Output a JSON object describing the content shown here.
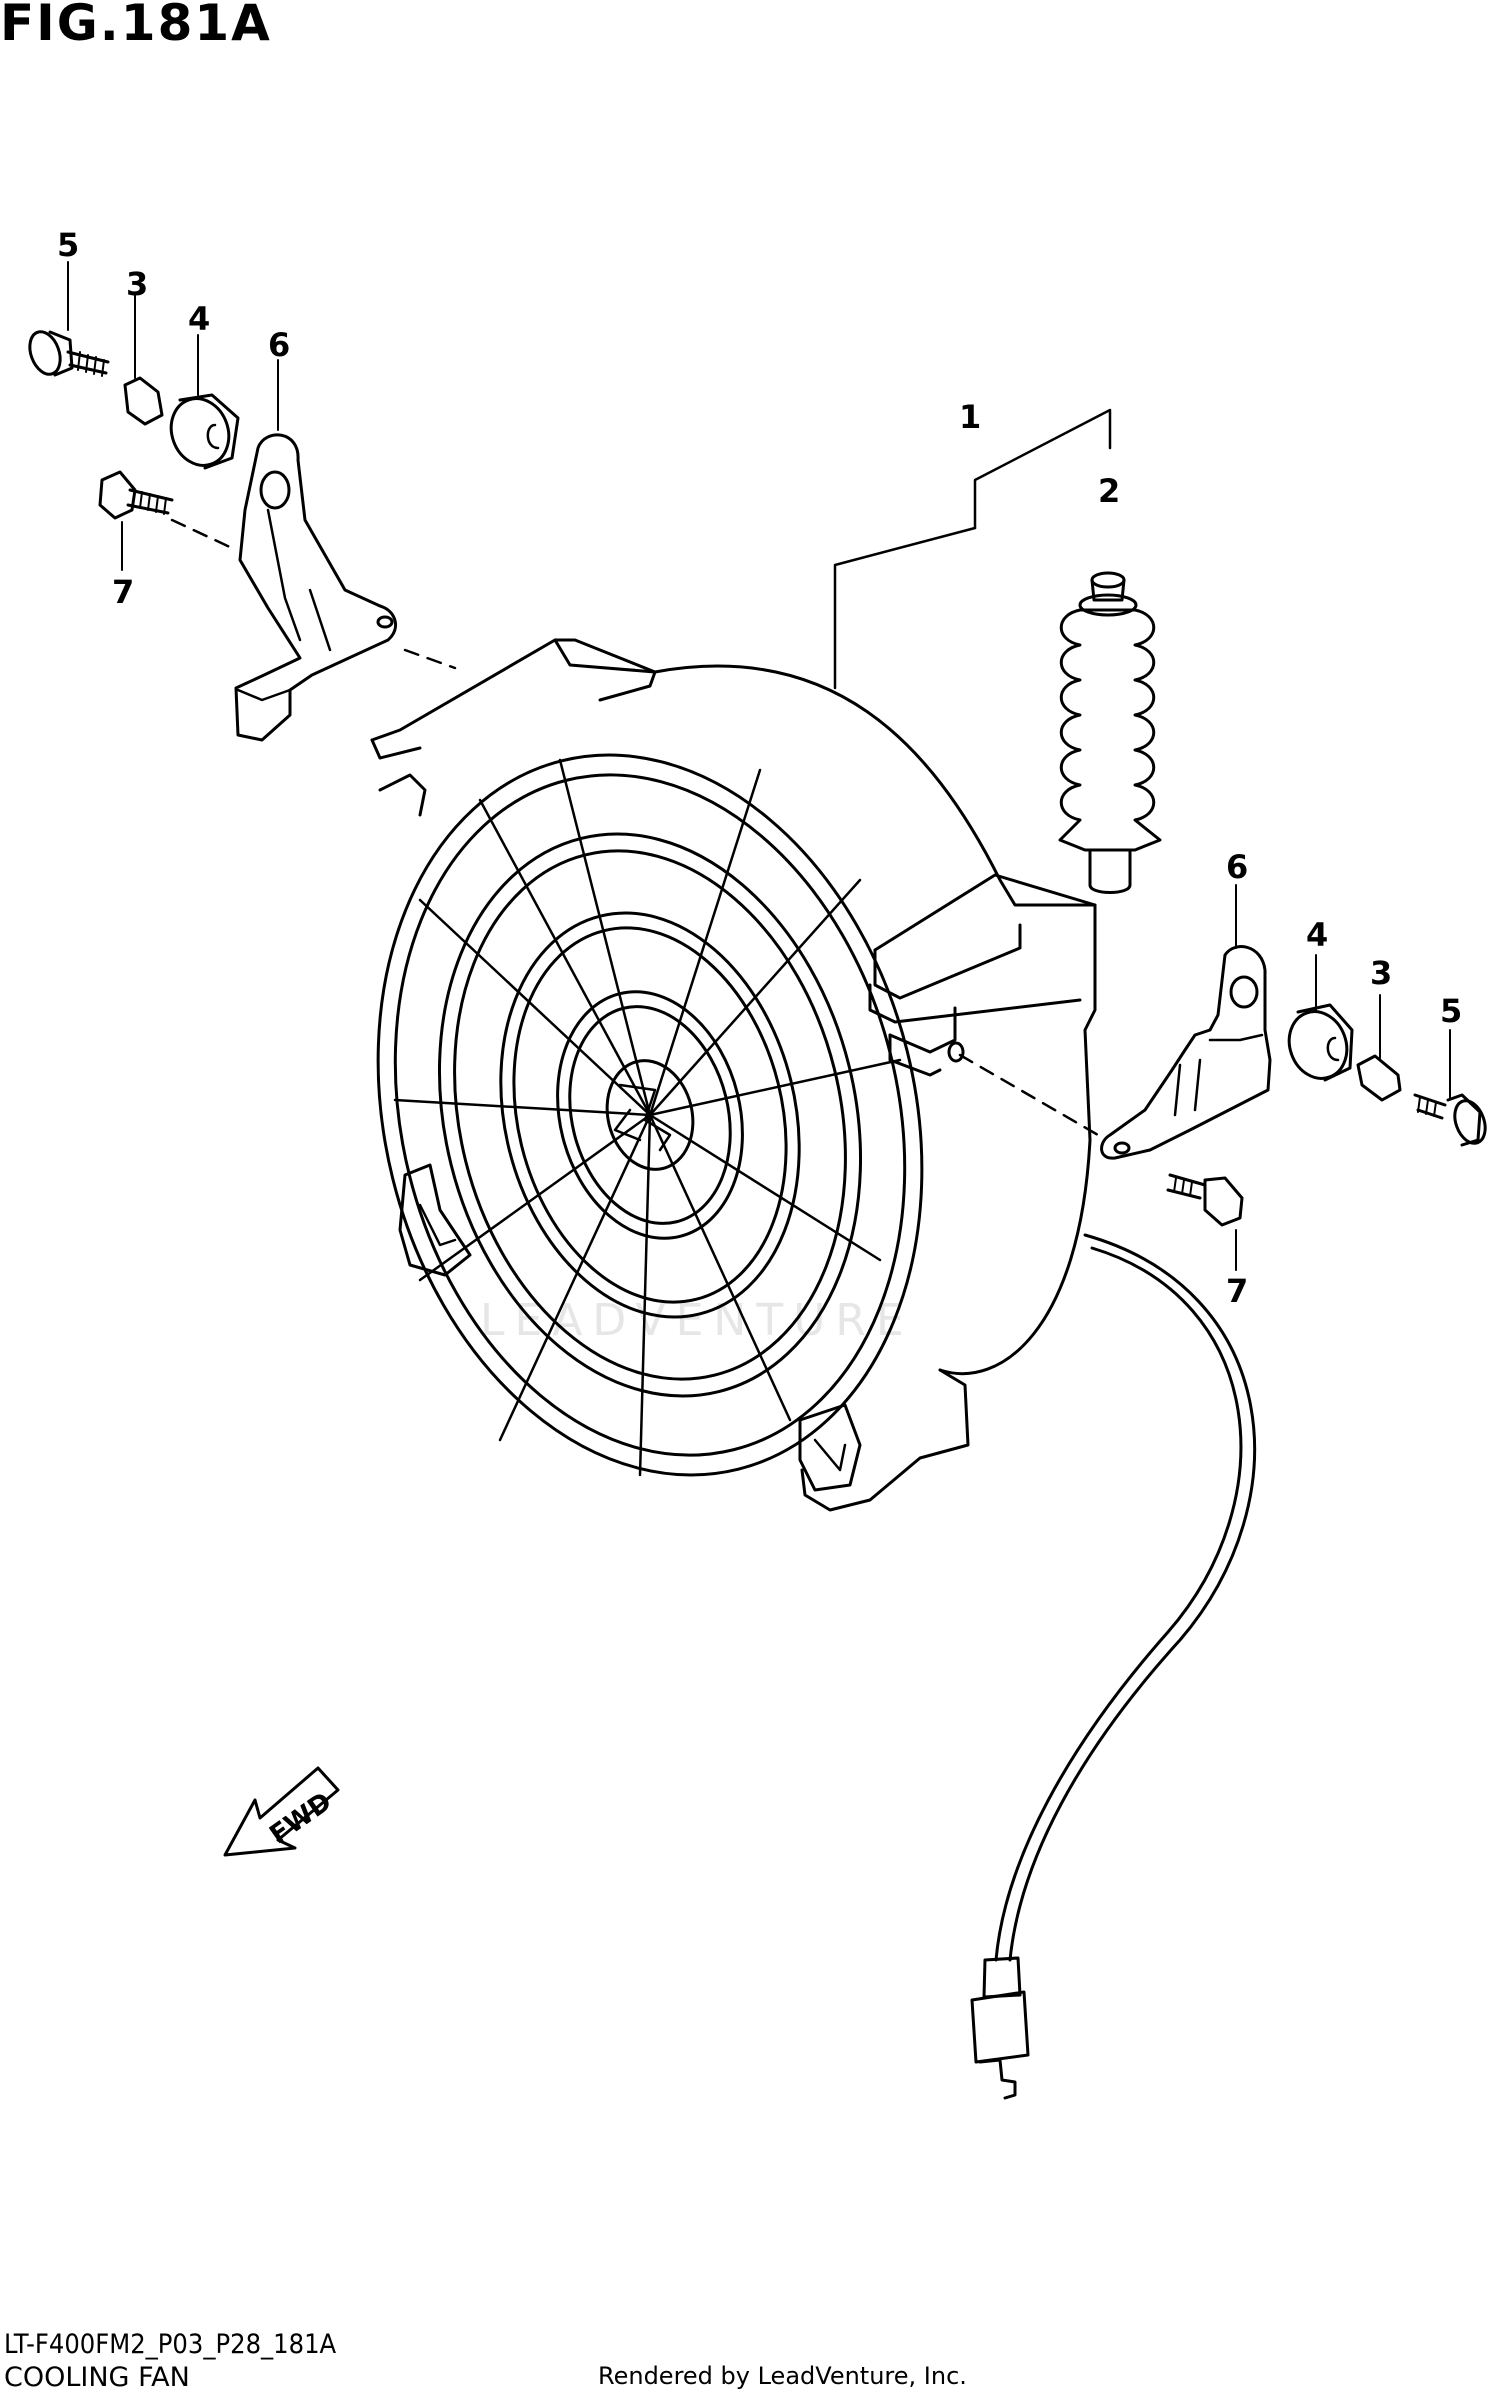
{
  "figure": {
    "title": "FIG.181A",
    "watermark": "LEADVENTURE",
    "fwd_label": "FWD"
  },
  "callouts": {
    "c1": "1",
    "c2": "2",
    "c3_left": "3",
    "c4_left": "4",
    "c5_left": "5",
    "c6_left": "6",
    "c7_left": "7",
    "c3_right": "3",
    "c4_right": "4",
    "c5_right": "5",
    "c6_right": "6",
    "c7_right": "7"
  },
  "footer": {
    "diagram_code": "LT-F400FM2_P03_P28_181A",
    "section_name": "COOLING FAN",
    "credit": "Rendered by LeadVenture, Inc."
  },
  "icons": {
    "fwd_arrow": "forward-direction-arrow"
  }
}
